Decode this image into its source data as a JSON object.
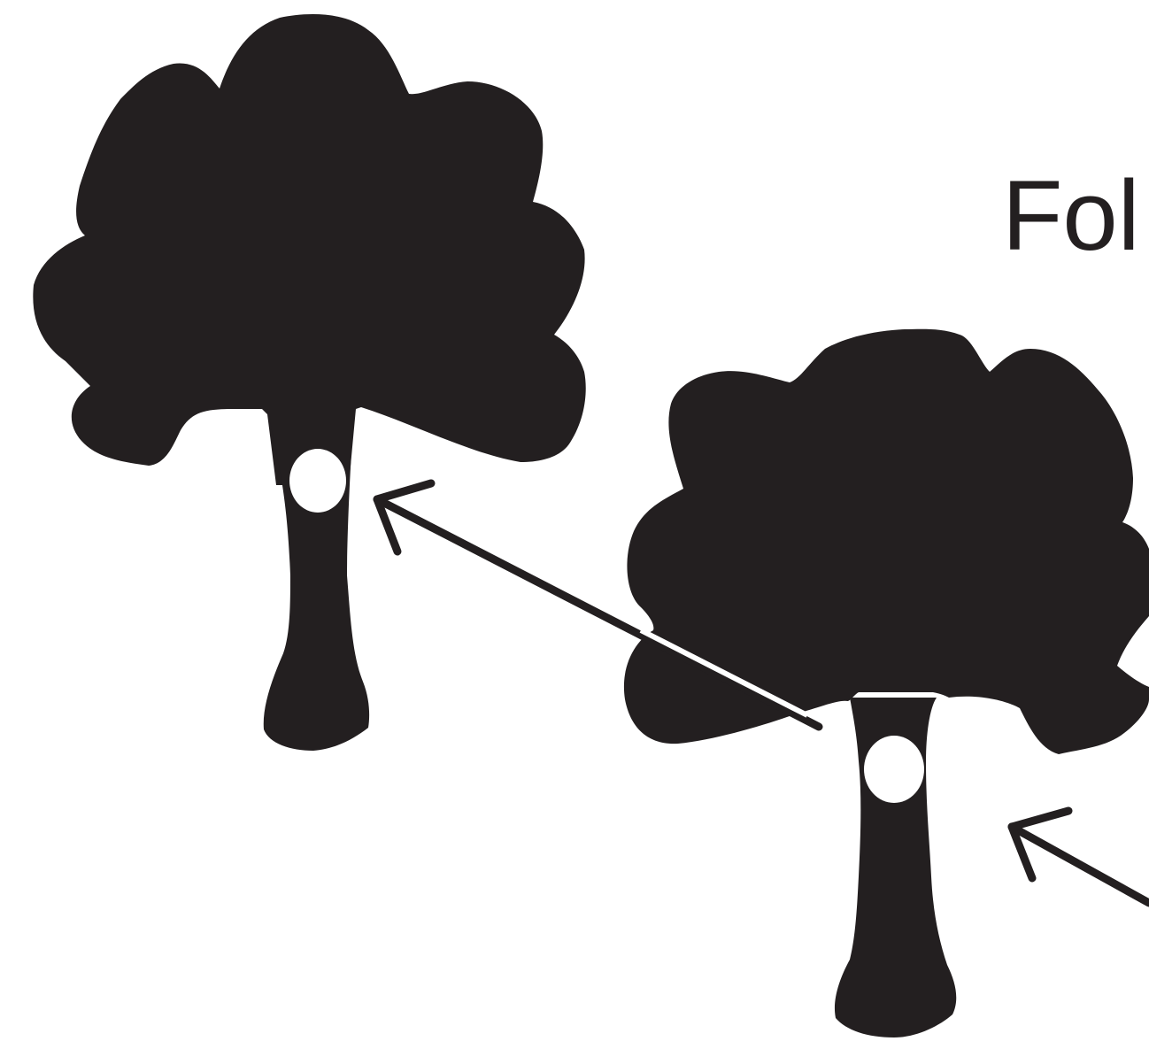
{
  "diagram": {
    "caption": "Fol",
    "colors": {
      "tree_fill": "#231f20",
      "hole_fill": "#ffffff",
      "arrow_stroke": "#231f20",
      "background": "#ffffff"
    },
    "nodes": [
      {
        "name": "tree-left",
        "icon": "tree-icon"
      },
      {
        "name": "tree-right",
        "icon": "tree-icon"
      }
    ],
    "edges": [
      {
        "name": "arrow-to-left-tree",
        "icon": "arrow-icon"
      },
      {
        "name": "arrow-to-right-tree",
        "icon": "arrow-icon"
      }
    ]
  }
}
